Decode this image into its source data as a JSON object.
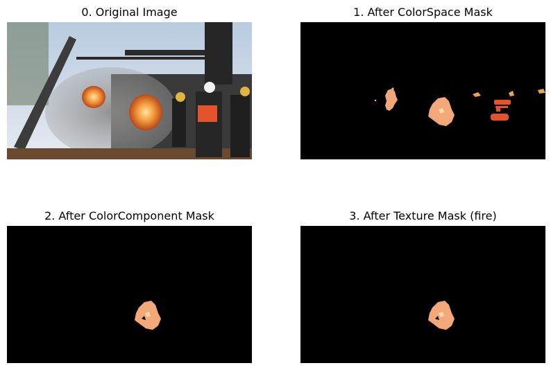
{
  "figure": {
    "panels": [
      {
        "title": "0. Original Image"
      },
      {
        "title": "1. After ColorSpace Mask"
      },
      {
        "title": "2. After ColorComponent Mask"
      },
      {
        "title": "3. After Texture Mask (fire)"
      }
    ]
  },
  "colors": {
    "background": "#ffffff",
    "mask_background": "#000000",
    "fire_core": "#f6b27a",
    "fire_edge": "#e07a3c",
    "vest_orange": "#e5532c",
    "sky": "#c9d6e6",
    "steel": "#2a2a2a"
  }
}
